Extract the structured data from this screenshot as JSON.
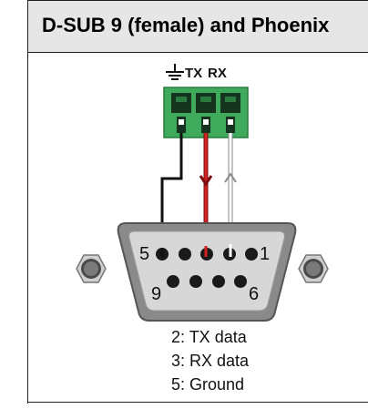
{
  "header": {
    "title": "D-SUB 9 (female) and Phoenix"
  },
  "terminal": {
    "labels": {
      "tx": "TX",
      "rx": "RX"
    },
    "ground_symbol": "ground-icon",
    "colors": {
      "housing": "#3faa5c",
      "housing_dark": "#2b7a3f"
    }
  },
  "connector": {
    "pin_labels": {
      "p5": "5",
      "p1": "1",
      "p9": "9",
      "p6": "6"
    },
    "colors": {
      "shell": "#8a8a8a",
      "face": "#d7d7d7",
      "pin": "#1a1a1a"
    }
  },
  "wires": {
    "colors": {
      "ground": "#111111",
      "tx": "#d42020",
      "rx": "#ffffff"
    }
  },
  "legend": {
    "lines": [
      "2: TX data",
      "3: RX data",
      "5: Ground"
    ]
  }
}
